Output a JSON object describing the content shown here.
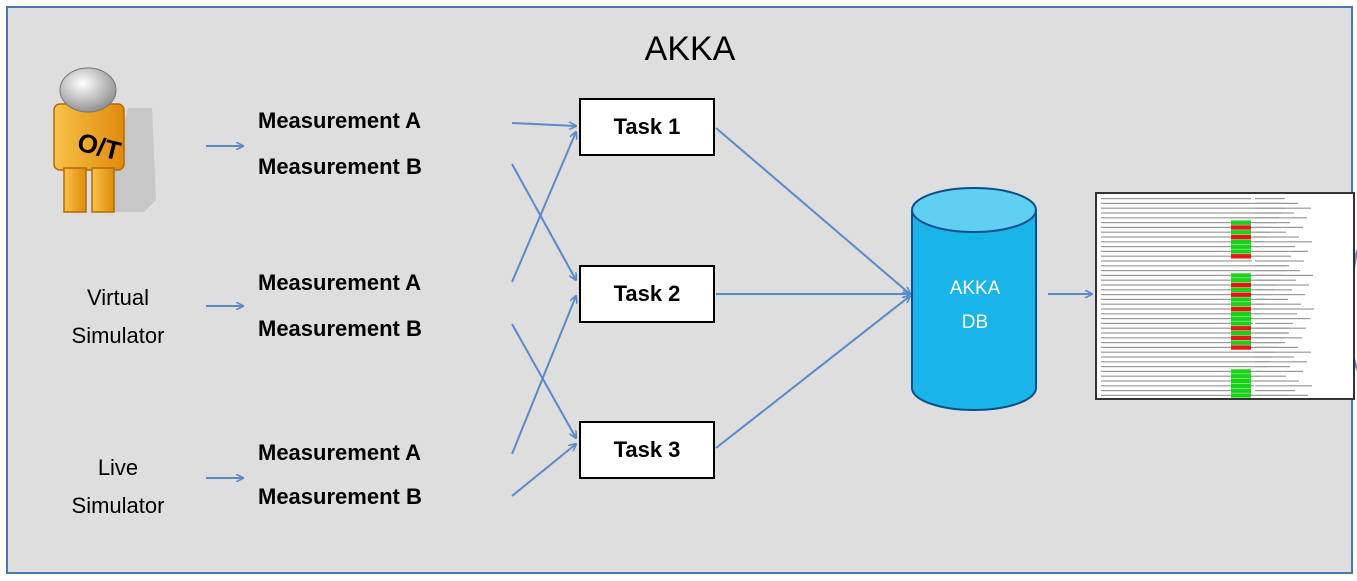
{
  "diagram": {
    "title": "AKKA",
    "sources": [
      {
        "id": "ot",
        "badge": "O/T",
        "icon": "person-icon"
      },
      {
        "id": "virtual",
        "line1": "Virtual",
        "line2": "Simulator"
      },
      {
        "id": "live",
        "line1": "Live",
        "line2": "Simulator"
      }
    ],
    "measurements": [
      {
        "a": "Measurement A",
        "b": "Measurement B"
      },
      {
        "a": "Measurement A",
        "b": "Measurement B"
      },
      {
        "a": "Measurement A",
        "b": "Measurement B"
      }
    ],
    "tasks": [
      "Task 1",
      "Task 2",
      "Task 3"
    ],
    "database": {
      "line1": "AKKA",
      "line2": "DB",
      "icon": "database-icon"
    },
    "output": {
      "icon": "spreadsheet-icon"
    },
    "colors": {
      "frame_border": "#4a78b7",
      "background": "#dedede",
      "arrow": "#5b8ac6",
      "db_fill": "#19b5e8",
      "person_fill": "#f5a51c",
      "cell_green": "#19d119",
      "cell_red": "#e51616"
    }
  }
}
